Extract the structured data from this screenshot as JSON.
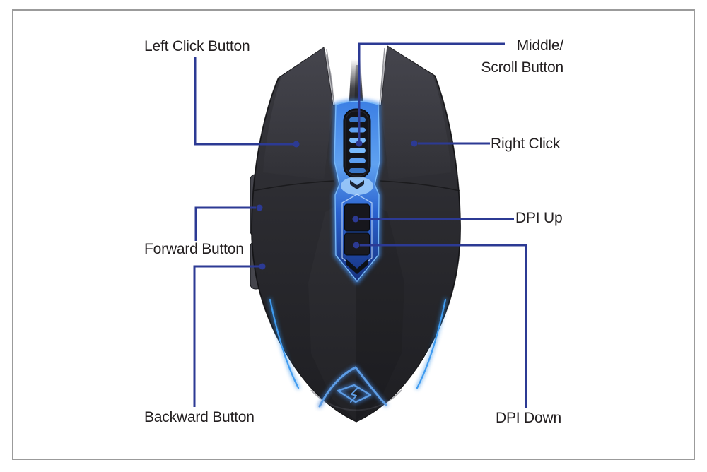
{
  "diagram": {
    "subject": "Gaming mouse top view with labeled parts",
    "colors": {
      "callout_line": "#2c3a94",
      "label_text": "#231f20",
      "frame_border": "#9b9b9b",
      "mouse_body": "#2a2a2f",
      "led_blue_bright": "#79bafc",
      "led_blue": "#3c7fe4",
      "led_blue_deep": "#16317e",
      "accent_stripe": "#2f8fe8"
    },
    "icons": {
      "brand_logo": "a-lightning-emblem-icon"
    },
    "callouts": [
      {
        "id": "left-click",
        "label": "Left Click Button"
      },
      {
        "id": "middle-scroll",
        "line1": "Middle/",
        "line2": "Scroll Button"
      },
      {
        "id": "right-click",
        "label": "Right Click"
      },
      {
        "id": "dpi-up",
        "label": "DPI Up"
      },
      {
        "id": "forward",
        "label": "Forward Button"
      },
      {
        "id": "backward",
        "label": "Backward Button"
      },
      {
        "id": "dpi-down",
        "label": "DPI Down"
      }
    ]
  }
}
